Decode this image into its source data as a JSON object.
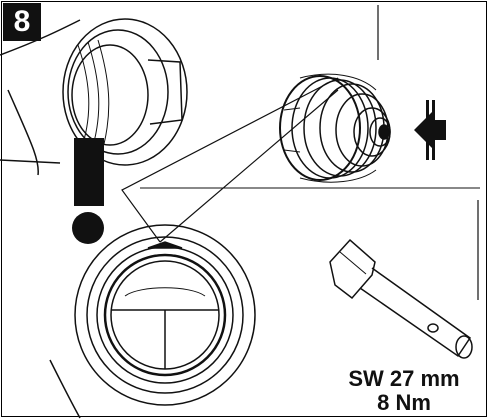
{
  "step": {
    "number": "8"
  },
  "spec": {
    "wrench_size": "SW 27 mm",
    "torque": "8 Nm"
  },
  "icons": {
    "warning": "exclamation-icon",
    "push": "arrow-left-icon",
    "tool": "socket-wrench-icon"
  },
  "colors": {
    "line": "#111111",
    "accent": "#000000",
    "fill": "#ffffff"
  }
}
